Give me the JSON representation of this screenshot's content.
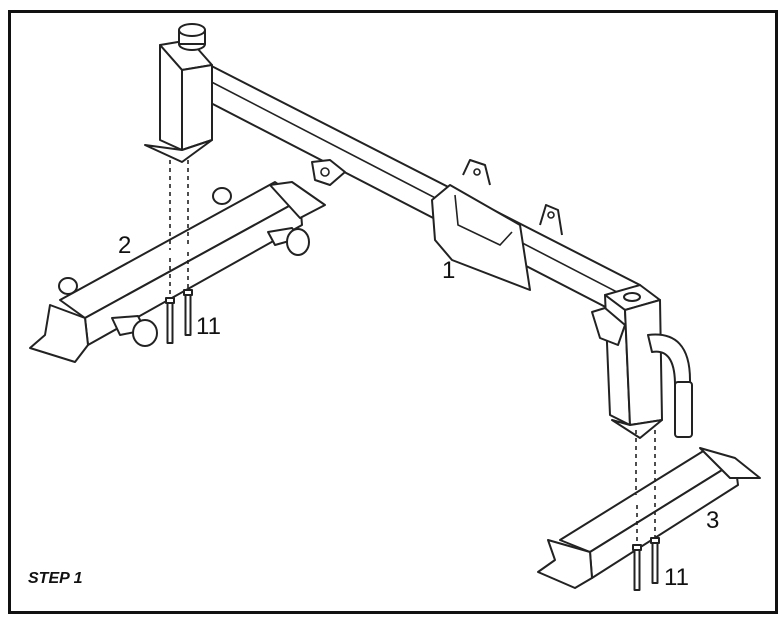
{
  "step": "STEP 1",
  "labels": {
    "main_frame": "1",
    "front_stabilizer": "2",
    "rear_stabilizer": "3",
    "bolt_left": "11",
    "bolt_right": "11"
  }
}
